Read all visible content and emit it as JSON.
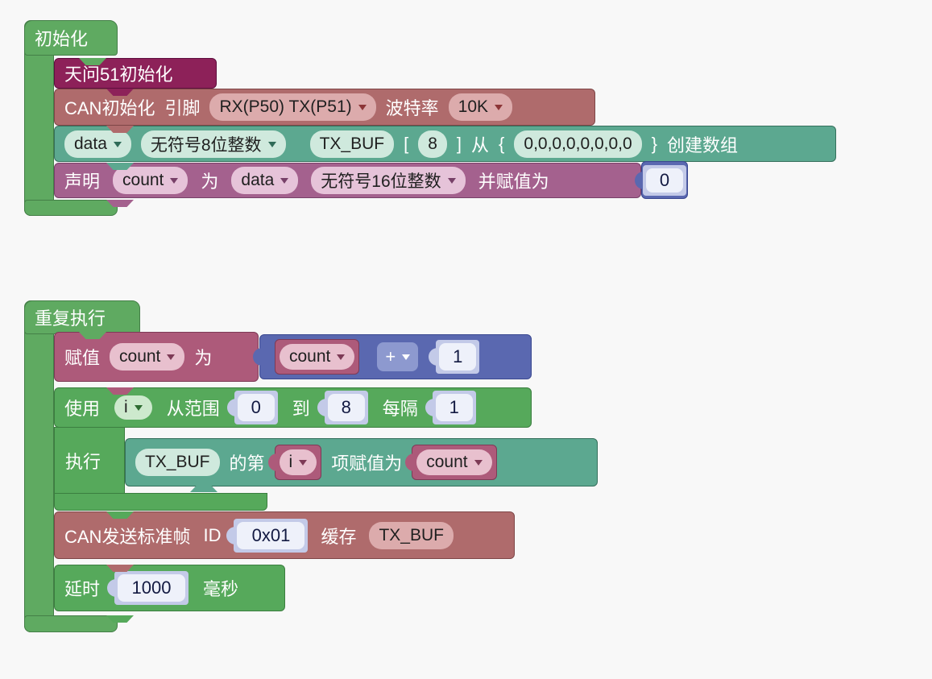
{
  "colors": {
    "background": "#f8f8f8",
    "hat_green": "#5faa61",
    "loop_green": "#56a95b",
    "teal": "#5ca890",
    "brick": "#af6b6c",
    "magenta": "#8d2159",
    "mauve": "#a4618e",
    "rose": "#ad5a7a",
    "indigo": "#5a68b0",
    "shadow_lavender": "#c3cae8",
    "shadow_inner": "#eef1fa",
    "brick_field": "#dcabac",
    "teal_field": "#cfe9dd",
    "mauve_field": "#e6c3d9",
    "rose_field": "#e8c0ce",
    "green_field": "#cde9cd",
    "op_blue": "#8d99cf"
  },
  "init": {
    "hat": "初始化",
    "tw51": "天问51初始化",
    "can": {
      "title": "CAN初始化",
      "pin_label": "引脚",
      "pin": "RX(P50) TX(P51)",
      "baud_label": "波特率",
      "baud": "10K"
    },
    "array": {
      "scope": "data",
      "type": "无符号8位整数",
      "name": "TX_BUF",
      "lbracket": "[",
      "size": "8",
      "rbracket": "]",
      "from": "从",
      "lbrace": "{",
      "init_values": "0,0,0,0,0,0,0,0",
      "rbrace": "}",
      "action": "创建数组"
    },
    "decl": {
      "kw": "声明",
      "var": "count",
      "as": "为",
      "scope": "data",
      "type": "无符号16位整数",
      "assign": "并赋值为",
      "value": "0"
    }
  },
  "loop": {
    "hat": "重复执行",
    "assign": {
      "kw": "赋值",
      "var": "count",
      "as": "为",
      "expr_left": "count",
      "expr_op": "+",
      "expr_right": "1"
    },
    "for": {
      "use": "使用",
      "var": "i",
      "range": "从范围",
      "from": "0",
      "to_label": "到",
      "to": "8",
      "step_label": "每隔",
      "step": "1",
      "do": "执行"
    },
    "set_item": {
      "array": "TX_BUF",
      "index_label": "的第",
      "index": "i",
      "assign_label": "项赋值为",
      "value": "count"
    },
    "can_send": {
      "title": "CAN发送标准帧",
      "id_label": "ID",
      "id": "0x01",
      "buf_label": "缓存",
      "buf": "TX_BUF"
    },
    "delay": {
      "kw": "延时",
      "ms": "1000",
      "unit": "毫秒"
    }
  }
}
